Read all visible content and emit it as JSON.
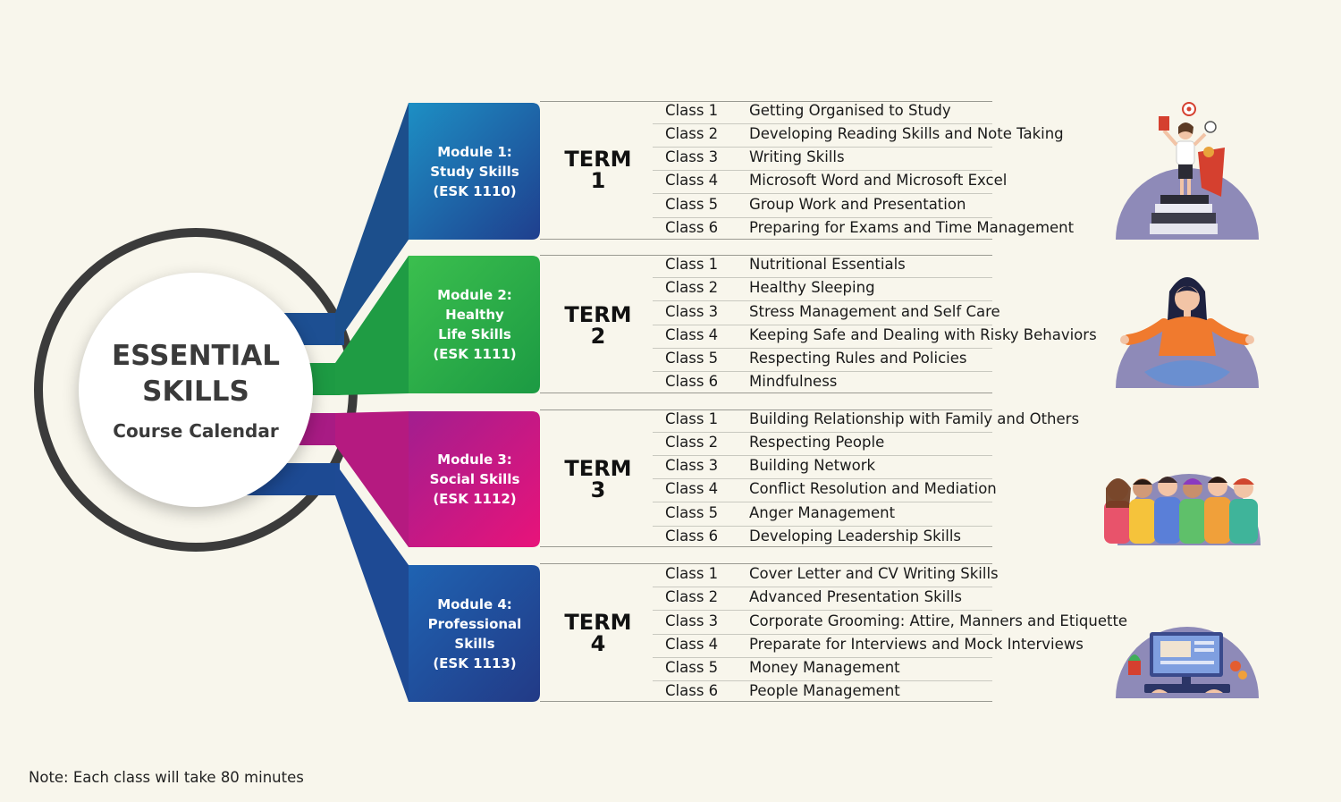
{
  "hub": {
    "title": "ESSENTIAL SKILLS",
    "subtitle": "Course Calendar"
  },
  "modules": [
    {
      "label_lines": [
        "Module 1:",
        "Study Skills",
        "(ESK 1110)"
      ],
      "color": "#1c5fa6",
      "term_word": "TERM",
      "term_num": "1",
      "classes": [
        {
          "cls": "Class 1",
          "title": "Getting Organised to Study"
        },
        {
          "cls": "Class 2",
          "title": "Developing Reading Skills and Note Taking"
        },
        {
          "cls": "Class 3",
          "title": "Writing Skills"
        },
        {
          "cls": "Class 4",
          "title": "Microsoft Word and Microsoft Excel"
        },
        {
          "cls": "Class 5",
          "title": "Group Work and Presentation"
        },
        {
          "cls": "Class 6",
          "title": "Preparing for Exams and Time Management"
        }
      ]
    },
    {
      "label_lines": [
        "Module 2:",
        "Healthy",
        "Life Skills",
        "(ESK 1111)"
      ],
      "color": "#2bab47",
      "term_word": "TERM",
      "term_num": "2",
      "classes": [
        {
          "cls": "Class 1",
          "title": "Nutritional Essentials"
        },
        {
          "cls": "Class 2",
          "title": "Healthy Sleeping"
        },
        {
          "cls": "Class 3",
          "title": "Stress Management and Self Care"
        },
        {
          "cls": "Class 4",
          "title": "Keeping Safe and Dealing with Risky Behaviors"
        },
        {
          "cls": "Class 5",
          "title": "Respecting Rules and Policies"
        },
        {
          "cls": "Class 6",
          "title": "Mindfulness"
        }
      ]
    },
    {
      "label_lines": [
        "Module 3:",
        "Social Skills",
        "(ESK 1112)"
      ],
      "color": "#c2197f",
      "term_word": "TERM",
      "term_num": "3",
      "classes": [
        {
          "cls": "Class 1",
          "title": "Building Relationship with Family and Others"
        },
        {
          "cls": "Class 2",
          "title": "Respecting People"
        },
        {
          "cls": "Class 3",
          "title": "Building Network"
        },
        {
          "cls": "Class 4",
          "title": "Conflict Resolution and Mediation"
        },
        {
          "cls": "Class 5",
          "title": "Anger Management"
        },
        {
          "cls": "Class 6",
          "title": "Developing Leadership Skills"
        }
      ]
    },
    {
      "label_lines": [
        "Module 4:",
        "Professional",
        "Skills",
        "(ESK 1113)"
      ],
      "color": "#1d3f8f",
      "term_word": "TERM",
      "term_num": "4",
      "classes": [
        {
          "cls": "Class 1",
          "title": "Cover Letter and CV Writing Skills"
        },
        {
          "cls": "Class 2",
          "title": "Advanced Presentation Skills"
        },
        {
          "cls": "Class 3",
          "title": "Corporate Grooming: Attire, Manners and Etiquette"
        },
        {
          "cls": "Class 4",
          "title": "Preparate for Interviews and Mock Interviews"
        },
        {
          "cls": "Class 5",
          "title": "Money Management"
        },
        {
          "cls": "Class 6",
          "title": "People Management"
        }
      ]
    }
  ],
  "note": "Note: Each class will take 80 minutes",
  "illustrations": [
    {
      "icon": "businesswoman-on-books-icon"
    },
    {
      "icon": "meditating-woman-icon"
    },
    {
      "icon": "group-of-friends-icon"
    },
    {
      "icon": "computer-workstation-icon"
    }
  ],
  "colors": {
    "background": "#f8f6ec",
    "illustration_bg": "#8e8ab8",
    "ring": "#3b3b3b"
  }
}
